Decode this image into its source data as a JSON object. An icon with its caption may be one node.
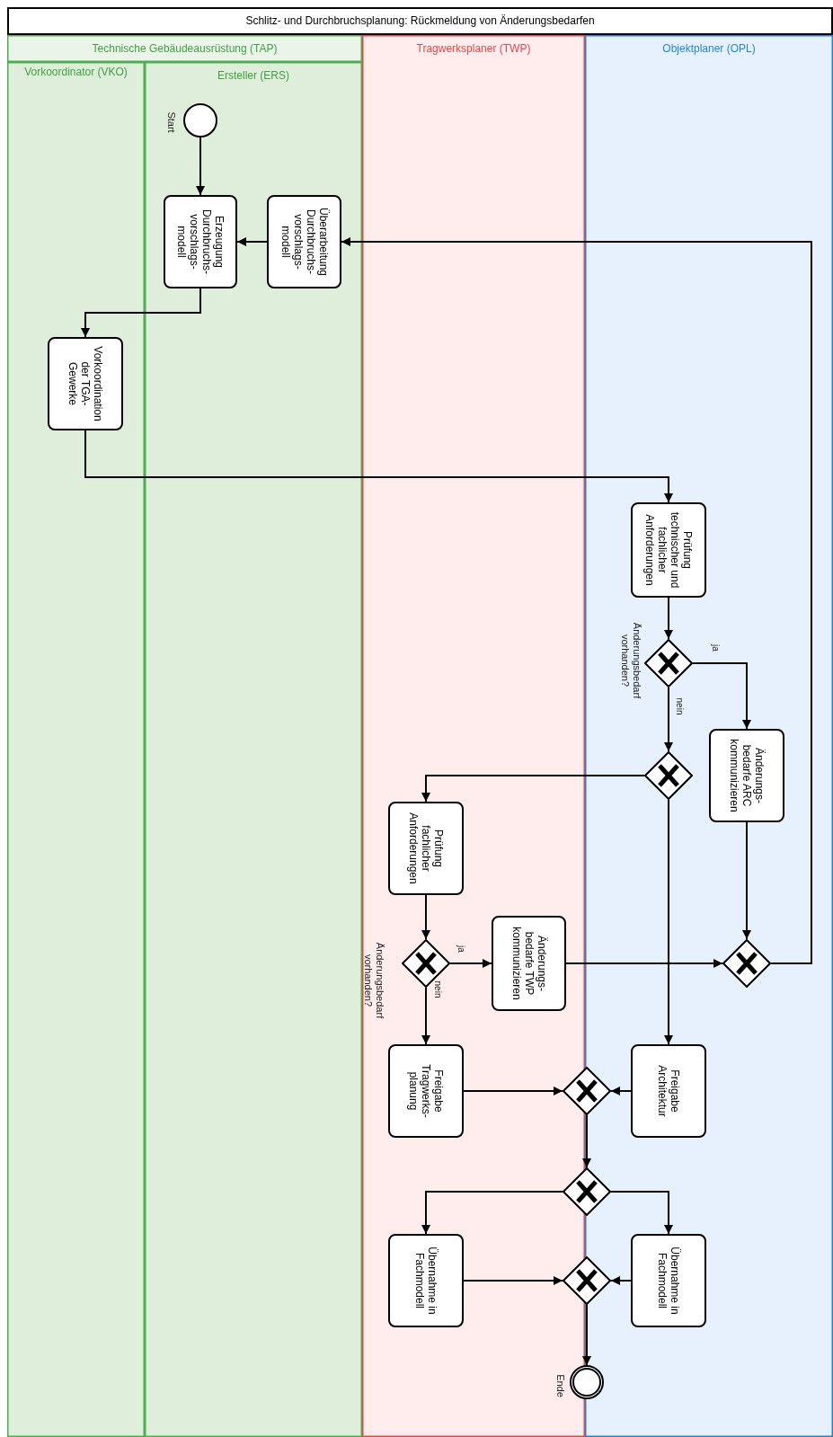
{
  "diagram": {
    "title": "Schlitz- und Durchbruchsplanung: Rückmeldung von Änderungsbedarfen",
    "nodes": [
      {
        "text": [
          "Technische Gebäudeausrüstung (TAP)"
        ]
      },
      {
        "text": [
          "Vorkoordinator (VKO)"
        ],
        "in": 0
      },
      {
        "text": [
          "Ersteller (ERS)"
        ],
        "in": 0
      },
      {
        "text": [
          "Tragwerksplaner (TWP)"
        ]
      },
      {
        "text": [
          "Objektplaner (OPL)"
        ]
      },
      {
        "text": [],
        "shape": "circle",
        "beside": [
          "Start"
        ],
        "in": 2
      },
      {
        "text": [
          "Erzeugung Durchbruchs- vorschlags- modell"
        ],
        "in": 2
      },
      {
        "text": [
          "Überarbeitung Durchbruchs- vorschlags- modell"
        ],
        "in": 2
      },
      {
        "text": [
          "Vorkoordination der TGA- Gewerke"
        ],
        "in": 1
      },
      {
        "text": [
          "Prüfung technischer und fachlicher Anforderungen"
        ],
        "in": 4
      },
      {
        "text": [],
        "shape": "diamond",
        "beside": [
          "Änderungsbedarf vorhanden?"
        ],
        "in": 4
      },
      {
        "text": [],
        "shape": "diamond",
        "in": 4
      },
      {
        "text": [
          "Änderungs- bedarfe ARC kommunizieren"
        ],
        "in": 4
      },
      {
        "text": [
          "Prüfung fachlicher Anforderungen"
        ],
        "in": 3
      },
      {
        "text": [],
        "shape": "diamond",
        "beside": [
          "Änderungsbedarf vorhanden?"
        ],
        "in": 3
      },
      {
        "text": [
          "Änderungs- bedarfe TWP kommunizieren"
        ],
        "in": 3
      },
      {
        "text": [],
        "shape": "diamond",
        "in": 4
      },
      {
        "text": [
          "Freigabe Tragwerks- planung"
        ],
        "in": 3
      },
      {
        "text": [
          "Freigabe Architektur"
        ],
        "in": 4
      },
      {
        "text": [],
        "shape": "diamond"
      },
      {
        "text": [],
        "shape": "diamond"
      },
      {
        "text": [
          "Übernahme in Fachmodell"
        ],
        "in": 3
      },
      {
        "text": [
          "Übernahme in Fachmodell"
        ],
        "in": 4
      },
      {
        "text": [],
        "shape": "diamond"
      },
      {
        "text": [],
        "shape": "circle",
        "beside": [
          "Ende"
        ]
      }
    ],
    "edges": [
      {
        "from": 5,
        "to": 6,
        "arrow": "to"
      },
      {
        "from": 7,
        "to": 6,
        "arrow": "to"
      },
      {
        "from": 6,
        "to": 8,
        "arrow": "to"
      },
      {
        "from": 8,
        "to": 9,
        "arrow": "to"
      },
      {
        "from": 9,
        "to": 10,
        "arrow": "to"
      },
      {
        "from": 10,
        "to": 12,
        "arrow": "to",
        "label": "ja"
      },
      {
        "from": 10,
        "to": 11,
        "arrow": "to",
        "label": "nein"
      },
      {
        "from": 11,
        "to": 13,
        "arrow": "to"
      },
      {
        "from": 11,
        "to": 18,
        "arrow": "to"
      },
      {
        "from": 12,
        "to": 16,
        "arrow": "to"
      },
      {
        "from": 13,
        "to": 14,
        "arrow": "to"
      },
      {
        "from": 14,
        "to": 15,
        "arrow": "to",
        "label": "ja"
      },
      {
        "from": 14,
        "to": 17,
        "arrow": "to",
        "label": "nein"
      },
      {
        "from": 15,
        "to": 16,
        "arrow": "to"
      },
      {
        "from": 16,
        "to": 7,
        "arrow": "to"
      },
      {
        "from": 17,
        "to": 19,
        "arrow": "to"
      },
      {
        "from": 18,
        "to": 19,
        "arrow": "to"
      },
      {
        "from": 19,
        "to": 20,
        "arrow": "to"
      },
      {
        "from": 20,
        "to": 21,
        "arrow": "to"
      },
      {
        "from": 20,
        "to": 22,
        "arrow": "to"
      },
      {
        "from": 21,
        "to": 23,
        "arrow": "to"
      },
      {
        "from": 22,
        "to": 23,
        "arrow": "to"
      },
      {
        "from": 23,
        "to": 24,
        "arrow": "to"
      }
    ]
  }
}
